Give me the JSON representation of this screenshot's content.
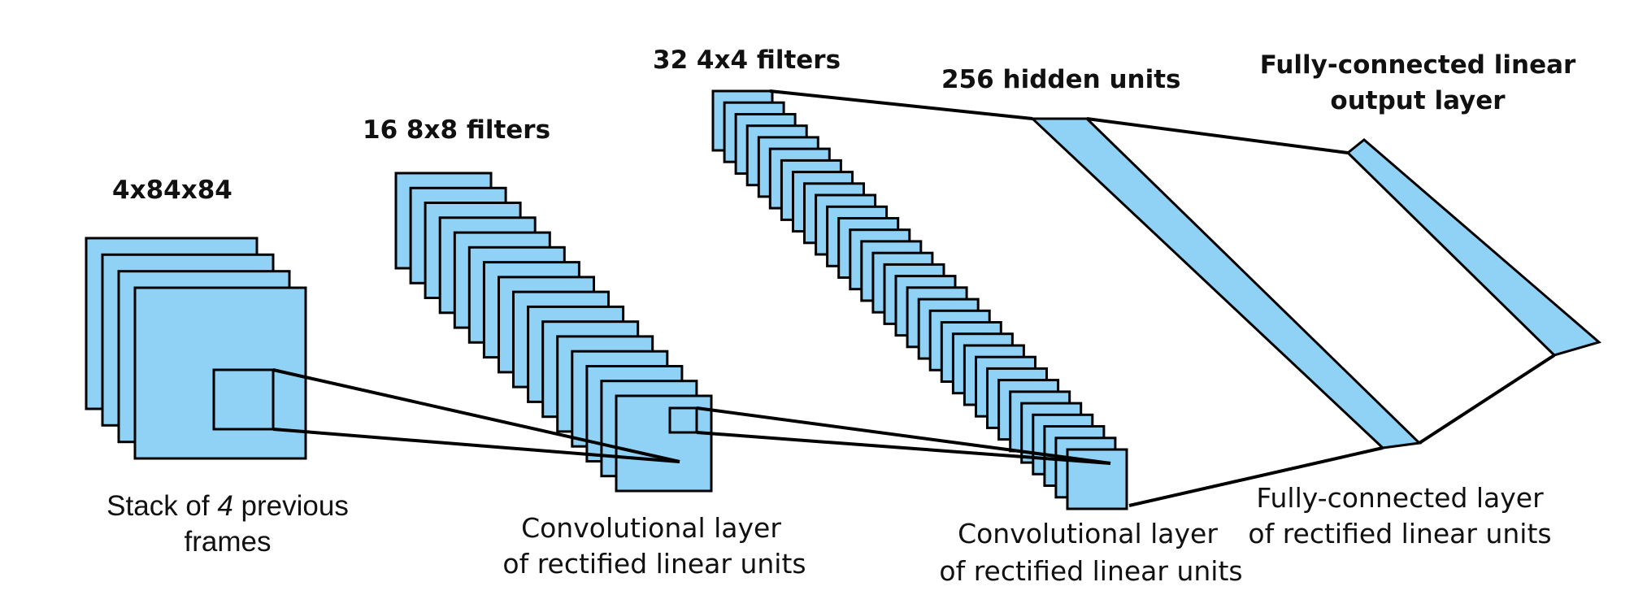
{
  "colors": {
    "fill": "#8fd2f6",
    "stroke": "#000000",
    "text": "#111111"
  },
  "labels": {
    "input_size": "4x84x84",
    "conv1_filters": "16 8x8 filters",
    "conv2_filters": "32 4x4 filters",
    "fc_hidden": "256 hidden units",
    "output_layer_line1": "Fully-connected linear",
    "output_layer_line2": "output layer",
    "input_caption_pre": "Stack of ",
    "input_caption_num": "4",
    "input_caption_post": " previous",
    "input_caption_line2": "frames",
    "conv1_caption_line1": "Convolutional layer",
    "conv1_caption_line2": "of rectified linear units",
    "conv2_caption_line1": "Convolutional layer",
    "conv2_caption_line2": "of rectified linear units",
    "fc_caption_line1": "Fully-connected layer",
    "fc_caption_line2": "of rectified linear units"
  },
  "layers": {
    "input_frames": 4,
    "conv1_maps": 16,
    "conv2_maps": 32
  }
}
